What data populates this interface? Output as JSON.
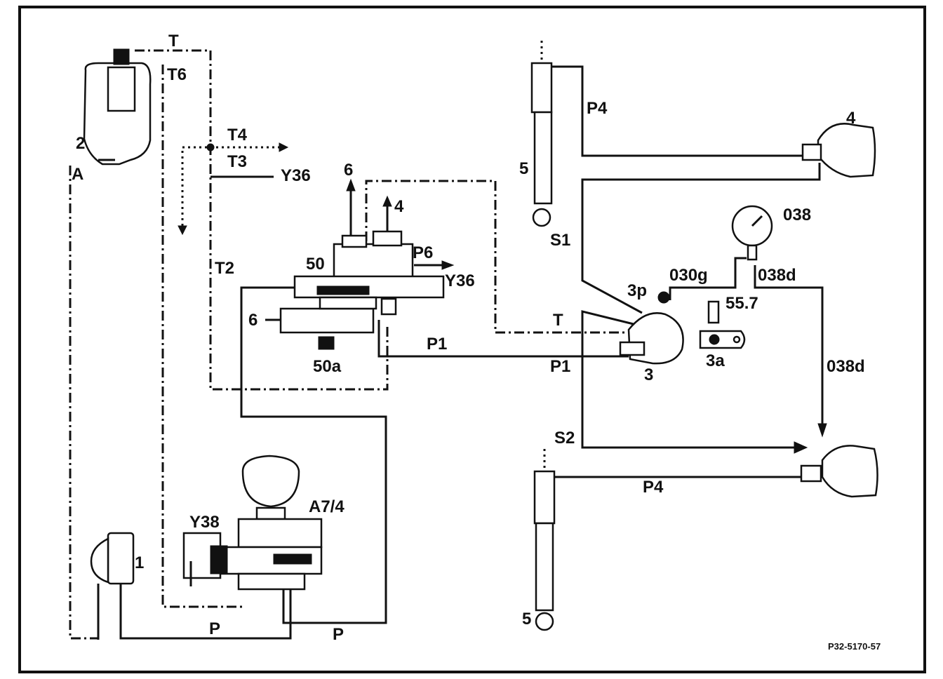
{
  "diagram": {
    "reference": "P32-5170-57",
    "line_labels": {
      "t_top": "T",
      "t6": "T6",
      "t4": "T4",
      "t3": "T3",
      "y36_left": "Y36",
      "t2": "T2",
      "a": "A",
      "p_left": "P",
      "p_right": "P",
      "p1_upper": "P1",
      "p1_lower": "P1",
      "p6": "P6",
      "y36_right": "Y36",
      "t_mid": "T",
      "p4_upper": "P4",
      "p4_lower": "P4",
      "s1": "S1",
      "s2": "S2",
      "038d_upper": "038d",
      "038d_right": "038d"
    },
    "component_labels": {
      "reservoir": "2",
      "pump": "1",
      "valve_block": "A7/4",
      "solenoid": "Y38",
      "regulator": "50",
      "regulator_plug": "50a",
      "arrow_6_up": "6",
      "arrow_4_up": "4",
      "port_6_left": "6",
      "level_valve": "3",
      "level_valve_port": "3p",
      "test_fitting": "030g",
      "gauge": "038",
      "sensor": "55.7",
      "link": "3a",
      "strut_upper": "5",
      "strut_lower": "5",
      "wheel_upper": "4"
    }
  }
}
